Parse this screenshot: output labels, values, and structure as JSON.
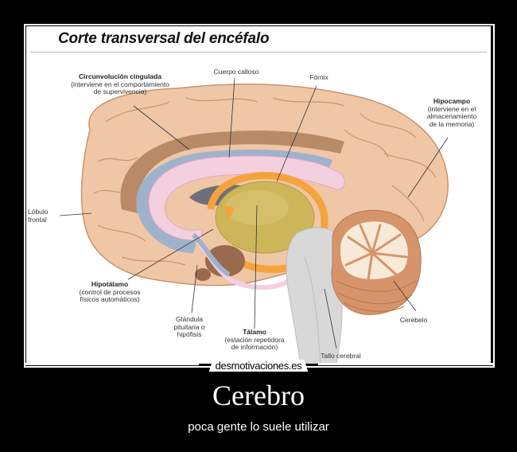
{
  "diagram": {
    "title": "Corte transversal del encéfalo",
    "labels": {
      "cingulada": {
        "name": "Circunvolución cingulada",
        "desc1": "(interviene en el comportamiento",
        "desc2": "de supervivencia)"
      },
      "calloso": {
        "name": "Cuerpo calloso"
      },
      "fornix": {
        "name": "Fórnix"
      },
      "hipocampo": {
        "name": "Hipocampo",
        "desc1": "(interviene en el",
        "desc2": "almacenamiento",
        "desc3": "de la memoria)"
      },
      "frontal": {
        "line1": "Lóbulo",
        "line2": "frontal"
      },
      "hipotalamo": {
        "name": "Hipotálamo",
        "desc1": "(control de procesos",
        "desc2": "físicos automáticos)"
      },
      "pituitaria": {
        "line1": "Glándula",
        "line2": "pituitaria o",
        "line3": "hipófisis"
      },
      "talamo": {
        "name": "Tálamo",
        "desc1": "(estación repetidora",
        "desc2": "de información)"
      },
      "tallo": {
        "name": "Tallo cerebral"
      },
      "cerebelo": {
        "name": "Cerebelo"
      }
    },
    "colors": {
      "cortex": "#efc6a6",
      "cortex_dark": "#d9a57f",
      "cingulate": "#b88a68",
      "ventricle": "#9fb2cc",
      "callosum": "#f4cfe0",
      "fornix": "#f5a33c",
      "thalamus": "#cdb55a",
      "hypothalamus": "#9a6a4e",
      "brainstem": "#d8d8d8",
      "cerebellum": "#d6946a"
    }
  },
  "watermark": "desmotivaciones.es",
  "caption": {
    "title": "Cerebro",
    "subtitle": "poca gente lo suele utilizar"
  }
}
